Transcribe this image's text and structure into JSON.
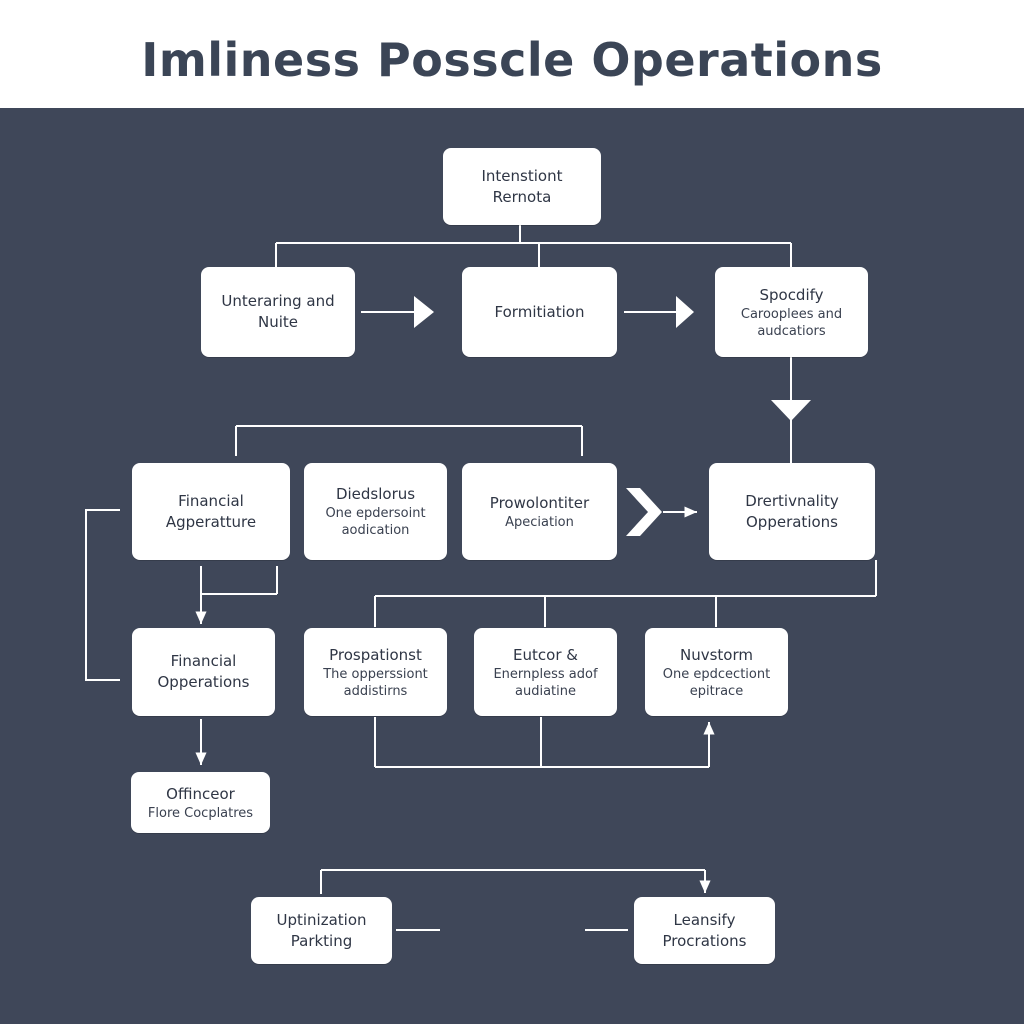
{
  "title": "Imliness Posscle Operations",
  "nodes": {
    "intenstiont": {
      "title": "Intenstiont",
      "title2": "Rernota"
    },
    "unteraring": {
      "title": "Unteraring and",
      "title2": "Nuite"
    },
    "formitiation": {
      "title": "Formitiation"
    },
    "spocdify": {
      "title": "Spocdify",
      "sub1": "Carooplees and",
      "sub2": "audcatiors"
    },
    "fin-agg": {
      "title": "Financial",
      "title2": "Agperatture"
    },
    "diedslorus": {
      "title": "Diedslorus",
      "sub1": "One epdersoint",
      "sub2": "aodication"
    },
    "prowolontiter": {
      "title": "Prowolontiter",
      "sub1": "Apeciation"
    },
    "drertivnality": {
      "title": "Drertivnality",
      "title2": "Opperations"
    },
    "fin-ops": {
      "title": "Financial",
      "title2": "Opperations"
    },
    "prospationst": {
      "title": "Prospationst",
      "sub1": "The opperssiont",
      "sub2": "addistirns"
    },
    "eutcor": {
      "title": "Eutcor &",
      "sub1": "Enernpless adof",
      "sub2": "audiatine"
    },
    "nuvstorm": {
      "title": "Nuvstorm",
      "sub1": "One epdcectiont",
      "sub2": "epitrace"
    },
    "offinceor": {
      "title": "Offinceor",
      "sub1": "Flore Cocplatres"
    },
    "uptinization": {
      "title": "Uptinization",
      "title2": "Parkting"
    },
    "leansify": {
      "title": "Leansify",
      "title2": "Procrations"
    }
  },
  "colors": {
    "background": "#3f4759",
    "header": "#ffffff",
    "box": "#ffffff",
    "title": "#3b4556",
    "line": "#ffffff"
  }
}
